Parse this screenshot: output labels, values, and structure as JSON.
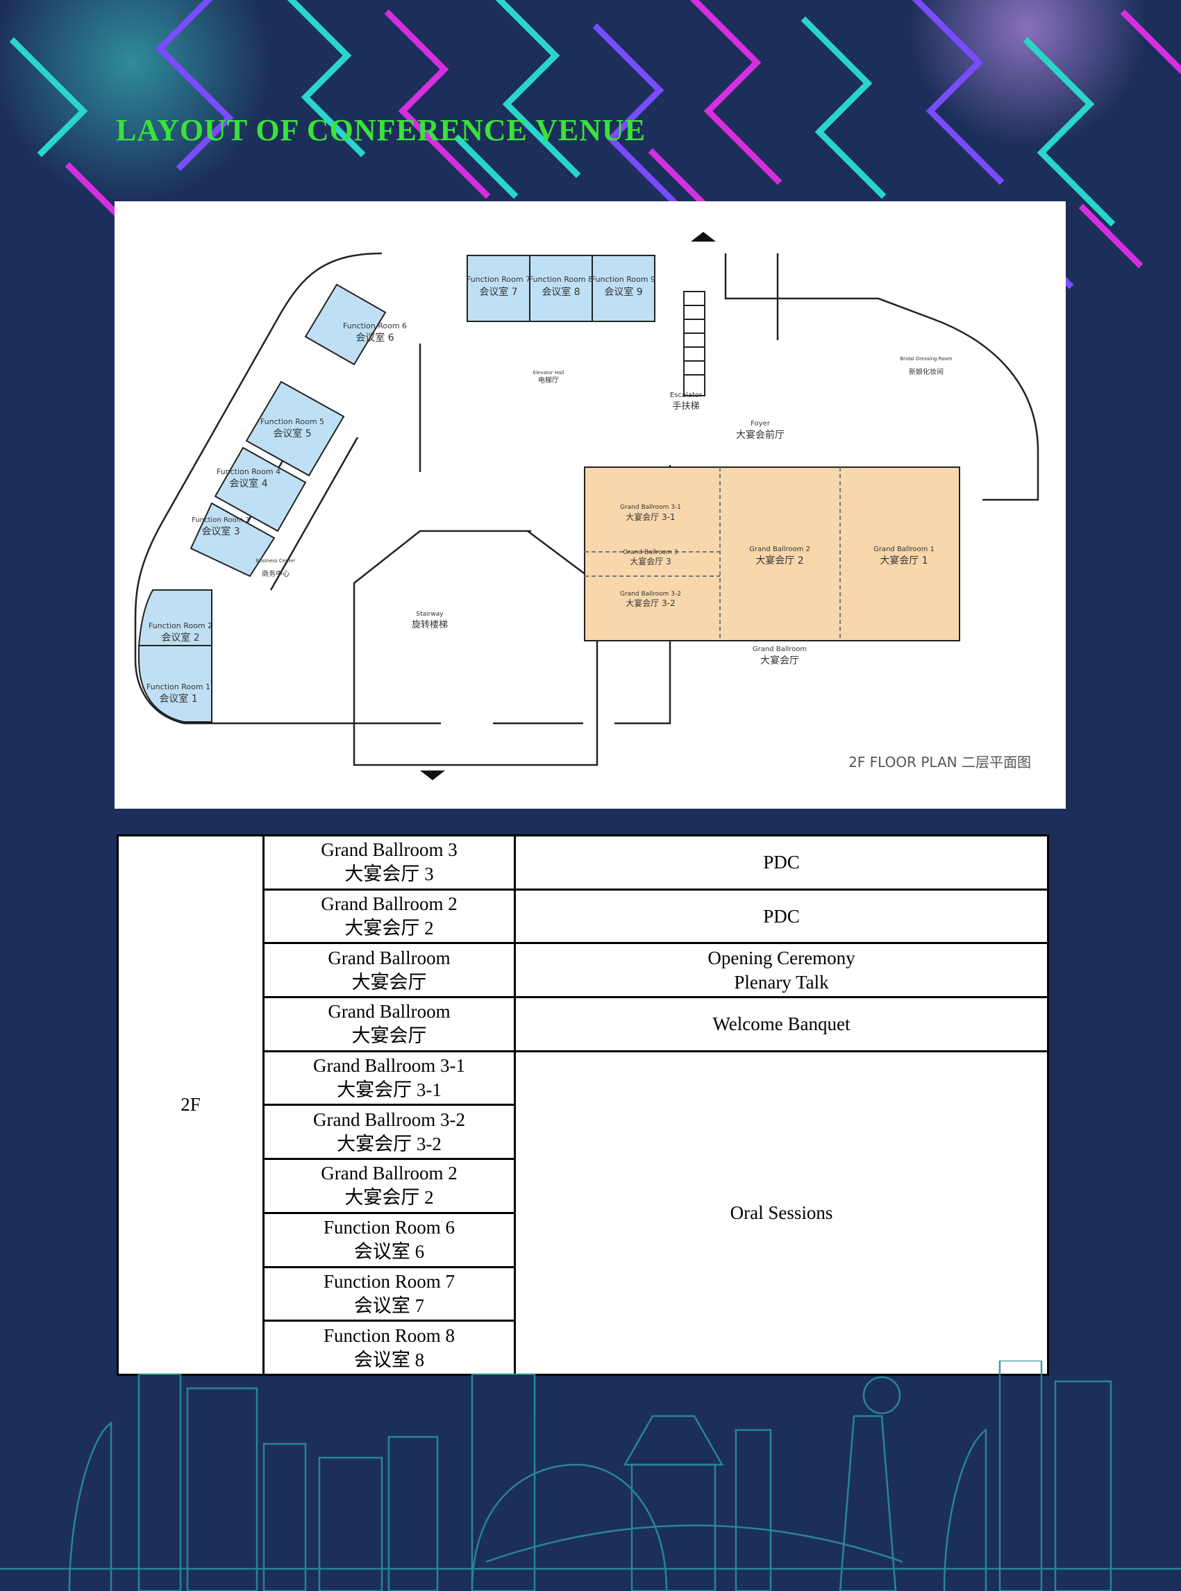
{
  "header": {
    "title": "LAYOUT OF CONFERENCE VENUE"
  },
  "floor_plan": {
    "caption": "2F FLOOR PLAN  二层平面图",
    "rooms": [
      {
        "en": "Function Room 7",
        "zh": "会议室 7"
      },
      {
        "en": "Function Room 8",
        "zh": "会议室 8"
      },
      {
        "en": "Function Room 9",
        "zh": "会议室 9"
      },
      {
        "en": "Function Room 6",
        "zh": "会议室 6"
      },
      {
        "en": "Function Room 5",
        "zh": "会议室 5"
      },
      {
        "en": "Function Room 4",
        "zh": "会议室 4"
      },
      {
        "en": "Function Room 3",
        "zh": "会议室 3"
      },
      {
        "en": "Function Room 2",
        "zh": "会议室 2"
      },
      {
        "en": "Function Room 1",
        "zh": "会议室 1"
      },
      {
        "en": "Grand Ballroom 3-1",
        "zh": "大宴会厅 3-1"
      },
      {
        "en": "Grand Ballroom 3",
        "zh": "大宴会厅 3"
      },
      {
        "en": "Grand Ballroom 3-2",
        "zh": "大宴会厅 3-2"
      },
      {
        "en": "Grand Ballroom 2",
        "zh": "大宴会厅 2"
      },
      {
        "en": "Grand Ballroom 1",
        "zh": "大宴会厅 1"
      }
    ],
    "areas": [
      {
        "en": "Escalator",
        "zh": "手扶梯"
      },
      {
        "en": "Foyer",
        "zh": "大宴会前厅"
      },
      {
        "en": "Elevator Hall",
        "zh": "电梯厅"
      },
      {
        "en": "Bridal Dressing Room",
        "zh": "新娘化妆间"
      },
      {
        "en": "Business Center",
        "zh": "商务中心"
      },
      {
        "en": "Stairway",
        "zh": "旋转楼梯"
      },
      {
        "en": "Grand Ballroom",
        "zh": "大宴会厅"
      }
    ]
  },
  "schedule": {
    "floor": "2F",
    "rows": [
      {
        "en": "Grand Ballroom 3",
        "zh": "大宴会厅  3",
        "event": [
          "PDC"
        ]
      },
      {
        "en": "Grand Ballroom 2",
        "zh": "大宴会厅  2",
        "event": [
          "PDC"
        ]
      },
      {
        "en": "Grand Ballroom",
        "zh": "大宴会厅",
        "event": [
          "Opening Ceremony",
          "Plenary Talk"
        ]
      },
      {
        "en": "Grand Ballroom",
        "zh": "大宴会厅",
        "event": [
          "Welcome Banquet"
        ]
      },
      {
        "en": "Grand Ballroom 3-1",
        "zh": "大宴会厅  3-1"
      },
      {
        "en": "Grand Ballroom 3-2",
        "zh": "大宴会厅  3-2"
      },
      {
        "en": "Grand Ballroom 2",
        "zh": "大宴会厅  2"
      },
      {
        "en": "Function Room 6",
        "zh": "会议室  6"
      },
      {
        "en": "Function Room 7",
        "zh": "会议室  7"
      },
      {
        "en": "Function Room 8",
        "zh": "会议室  8"
      }
    ],
    "merged_event": "Oral Sessions"
  },
  "colors": {
    "background": "#1c2f5a",
    "title": "#39e33a",
    "function_room_fill": "#bfe0f4",
    "ballroom_fill": "#f8d7ad"
  }
}
